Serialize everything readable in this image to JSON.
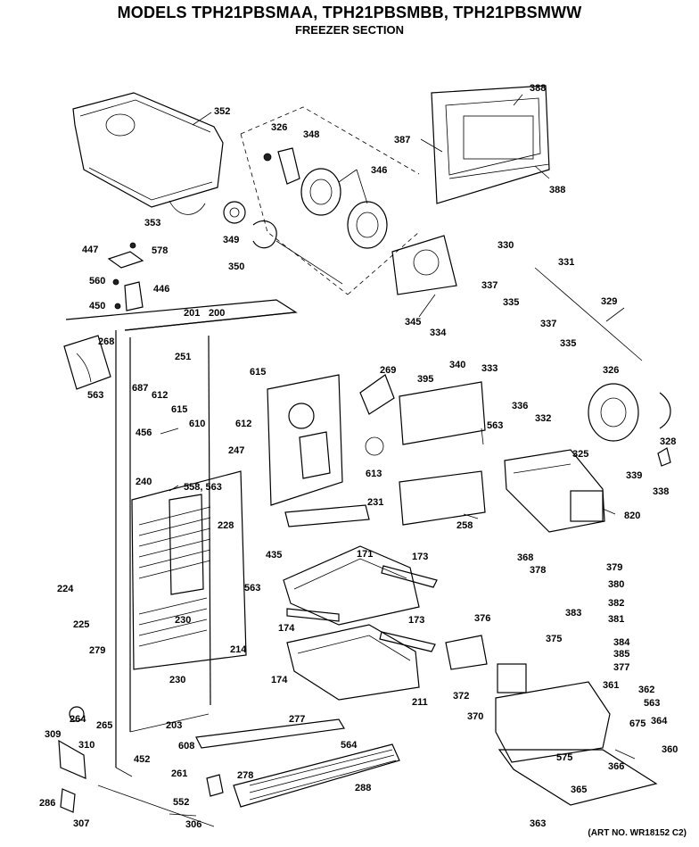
{
  "header": {
    "title": "MODELS TPH21PBSMAA, TPH21PBSMBB, TPH21PBSMWW",
    "subtitle": "FREEZER SECTION"
  },
  "parts": [
    "352",
    "326",
    "348",
    "346",
    "388",
    "387",
    "388",
    "353",
    "349",
    "350",
    "447",
    "578",
    "560",
    "446",
    "450",
    "330",
    "331",
    "329",
    "345",
    "337",
    "335",
    "334",
    "340",
    "333",
    "337",
    "335",
    "326",
    "336",
    "332",
    "325",
    "328",
    "339",
    "338",
    "201",
    "200",
    "268",
    "251",
    "615",
    "687",
    "612",
    "615",
    "612",
    "563",
    "610",
    "269",
    "395",
    "563",
    "456",
    "247",
    "613",
    "240",
    "558, 563",
    "228",
    "231",
    "435",
    "258",
    "820",
    "563",
    "171",
    "173",
    "368",
    "378",
    "379",
    "380",
    "382",
    "381",
    "224",
    "225",
    "230",
    "174",
    "173",
    "376",
    "383",
    "375",
    "384",
    "385",
    "377",
    "279",
    "214",
    "230",
    "174",
    "211",
    "372",
    "361",
    "362",
    "563",
    "675",
    "364",
    "370",
    "264",
    "265",
    "203",
    "277",
    "564",
    "309",
    "310",
    "608",
    "452",
    "261",
    "278",
    "366",
    "575",
    "360",
    "286",
    "307",
    "552",
    "306",
    "288",
    "365",
    "363"
  ],
  "art_number": "(ART NO. WR18152 C2)"
}
